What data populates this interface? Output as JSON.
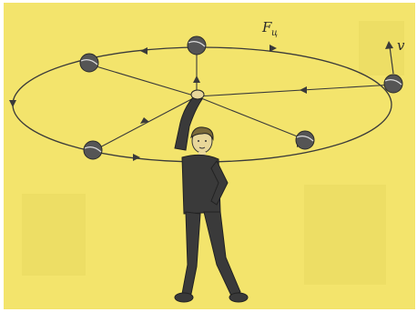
{
  "labels": {
    "force_main": "F",
    "force_sub": "ц",
    "velocity": "v"
  },
  "colors": {
    "background": "#f3e46c",
    "ink": "#2a2a2a",
    "ball_fill": "#555555",
    "person_fill": "#3a3a3a"
  }
}
